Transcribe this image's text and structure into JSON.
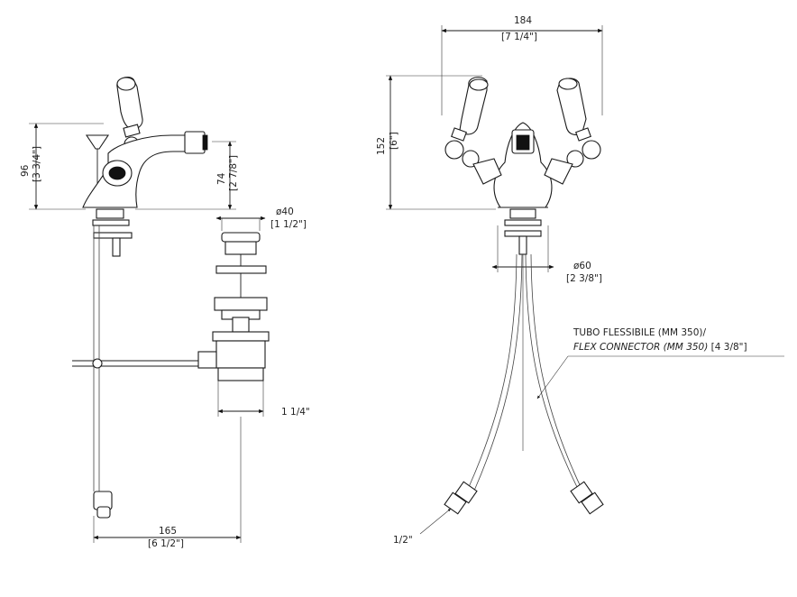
{
  "dimensions": {
    "height_total": {
      "mm": "96",
      "inch": "[3 3/4\"]"
    },
    "spout_height": {
      "mm": "74",
      "inch": "[2 7/8\"]"
    },
    "waste_diameter": {
      "mm": "ø40",
      "inch": "[1 1/2\"]"
    },
    "waste_thread": {
      "inch": "1 1/4\""
    },
    "projection": {
      "mm": "165",
      "inch": "[6 1/2\"]"
    },
    "width_total": {
      "mm": "184",
      "inch": "[7 1/4\"]"
    },
    "front_height": {
      "mm": "152",
      "inch": "[6\"]"
    },
    "base_diameter": {
      "mm": "ø60",
      "inch": "[2 3/8\"]"
    },
    "connector_thread": {
      "inch": "1/2\""
    }
  },
  "notes": {
    "flex_line1": "TUBO FLESSIBILE (MM 350)/",
    "flex_line2_italic": "FLEX CONNECTOR (MM 350)",
    "flex_line2_suffix": " [4 3/8\"]"
  }
}
